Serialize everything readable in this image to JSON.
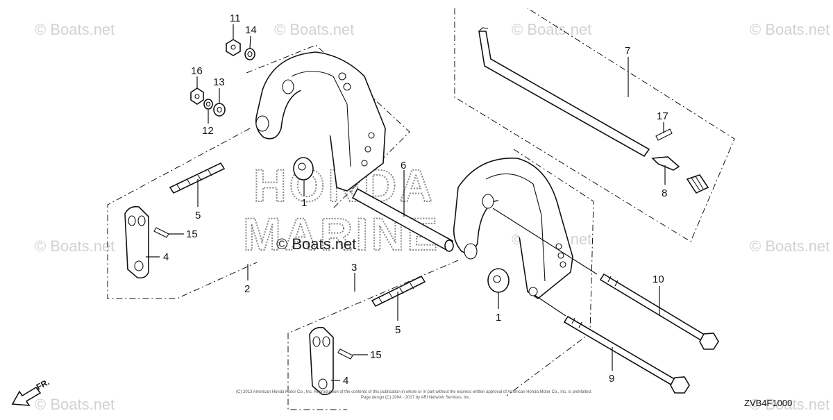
{
  "watermarks": [
    "© Boats.net",
    "© Boats.net",
    "© Boats.net",
    "© Boats.net",
    "© Boats.net",
    "© Boats.net",
    "© Boats.net",
    "© Boats.net",
    "© Boats.net"
  ],
  "center_watermark": "© Boats.net",
  "brand_logo": {
    "line1": "HONDA",
    "line2": "MARINE"
  },
  "callouts": [
    "11",
    "14",
    "16",
    "13",
    "12",
    "1",
    "5",
    "15",
    "4",
    "2",
    "6",
    "7",
    "17",
    "8",
    "3",
    "1",
    "5",
    "15",
    "4",
    "10",
    "9"
  ],
  "direction_label": "FR.",
  "diagram_code": "ZVB4F1000",
  "copyright_line1": "(C) 2013 American Honda Motor Co., Inc. Reproduction of the contents of this publication in whole or in part without the express written approval of American Honda Motor Co., Inc. is prohibited.",
  "copyright_line2": "Page design (C) 2004 - 2017 by ARI Network Services, Inc."
}
